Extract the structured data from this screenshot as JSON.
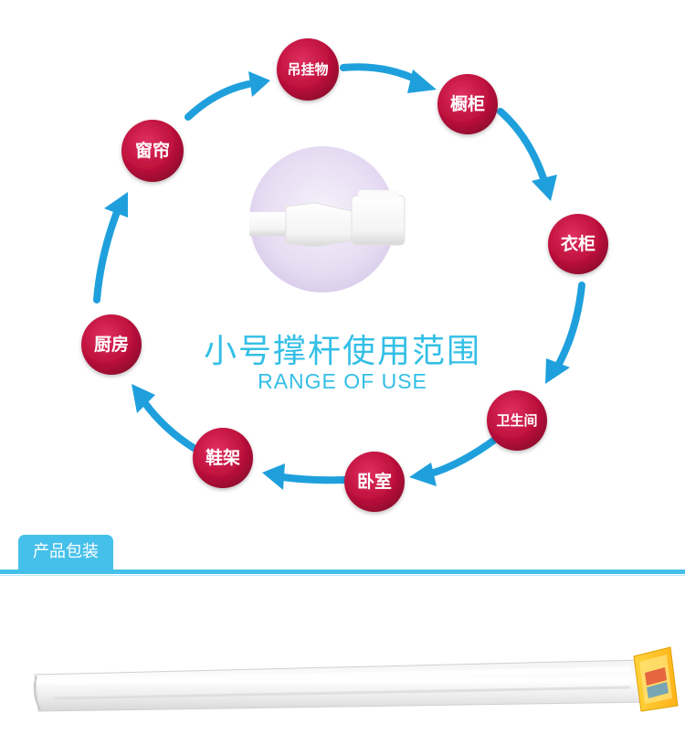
{
  "diagram": {
    "title_cn": "小号撑杆使用范围",
    "title_en": "RANGE OF USE",
    "nodes": [
      "吊挂物",
      "橱柜",
      "衣柜",
      "卫生间",
      "卧室",
      "鞋架",
      "厨房",
      "窗帘"
    ]
  },
  "section": {
    "label": "产品包装"
  },
  "colors": {
    "node_red": "#c0123e",
    "arrow_blue": "#1fa0dd",
    "title_blue": "#33bfe6",
    "section_blue": "#45c0ea"
  }
}
